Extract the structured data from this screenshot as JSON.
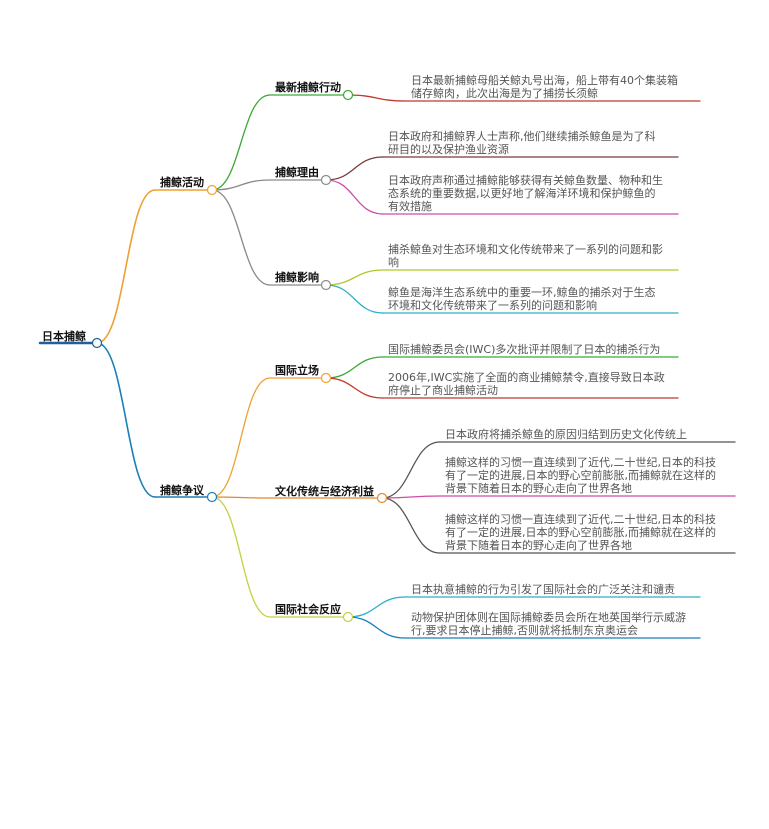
{
  "root": "日本捕鲸",
  "branches": {
    "activity": "捕鲸活动",
    "dispute": "捕鲸争议"
  },
  "topics": {
    "latest": "最新捕鲸行动",
    "reason": "捕鲸理由",
    "impact": "捕鲸影响",
    "intl_stance": "国际立场",
    "culture_econ": "文化传统与经济利益",
    "intl_reaction": "国际社会反应"
  },
  "leaves": {
    "latest_1": [
      "日本最新捕鲸母船关鲸丸号出海，船上带有40个集装箱",
      "储存鲸肉，此次出海是为了捕捞长须鲸"
    ],
    "reason_1": [
      "日本政府和捕鲸界人士声称,他们继续捕杀鲸鱼是为了科",
      "研目的以及保护渔业资源"
    ],
    "reason_2": [
      "日本政府声称通过捕鲸能够获得有关鲸鱼数量、物种和生",
      "态系统的重要数据,以更好地了解海洋环境和保护鲸鱼的",
      "有效措施"
    ],
    "impact_1": [
      "捕杀鲸鱼对生态环境和文化传统带来了一系列的问题和影",
      "响"
    ],
    "impact_2": [
      "鲸鱼是海洋生态系统中的重要一环,鲸鱼的捕杀对于生态",
      "环境和文化传统带来了一系列的问题和影响"
    ],
    "stance_1": [
      "国际捕鲸委员会(IWC)多次批评并限制了日本的捕杀行为"
    ],
    "stance_2": [
      "2006年,IWC实施了全面的商业捕鲸禁令,直接导致日本政",
      "府停止了商业捕鲸活动"
    ],
    "culture_1": [
      "日本政府将捕杀鲸鱼的原因归结到历史文化传统上"
    ],
    "culture_2": [
      "捕鲸这样的习惯一直连续到了近代,二十世纪,日本的科技",
      "有了一定的进展,日本的野心空前膨胀,而捕鲸就在这样的",
      "背景下随着日本的野心走向了世界各地"
    ],
    "culture_3": [
      "捕鲸这样的习惯一直连续到了近代,二十世纪,日本的科技",
      "有了一定的进展,日本的野心空前膨胀,而捕鲸就在这样的",
      "背景下随着日本的野心走向了世界各地"
    ],
    "reaction_1": [
      "日本执意捕鲸的行为引发了国际社会的广泛关注和谴责"
    ],
    "reaction_2": [
      "动物保护团体则在国际捕鲸委员会所在地英国举行示威游",
      "行,要求日本停止捕鲸,否则就将抵制东京奥运会"
    ]
  },
  "colors": {
    "root_line": "#1f5f9e",
    "activity": "#f0a030",
    "dispute": "#1a7fb8",
    "latest": "#3aaa35",
    "reason": "#8a8a8a",
    "impact": "#8a8a8a",
    "latest_leaf": "#c0392b",
    "reason_leaf_1": "#7a3b3b",
    "reason_leaf_2": "#d04aa8",
    "impact_leaf_1": "#b5c72a",
    "impact_leaf_2": "#2ab0c7",
    "intl_stance": "#f0a030",
    "culture_econ": "#e08a2a",
    "intl_reaction": "#c5d040",
    "stance_leaf_1": "#3aaa35",
    "stance_leaf_2": "#c0392b",
    "culture_leaf_1": "#555555",
    "culture_leaf_2": "#d04aa8",
    "culture_leaf_3": "#555555",
    "reaction_leaf_1": "#2ab0c7",
    "reaction_leaf_2": "#1a7fb8"
  }
}
